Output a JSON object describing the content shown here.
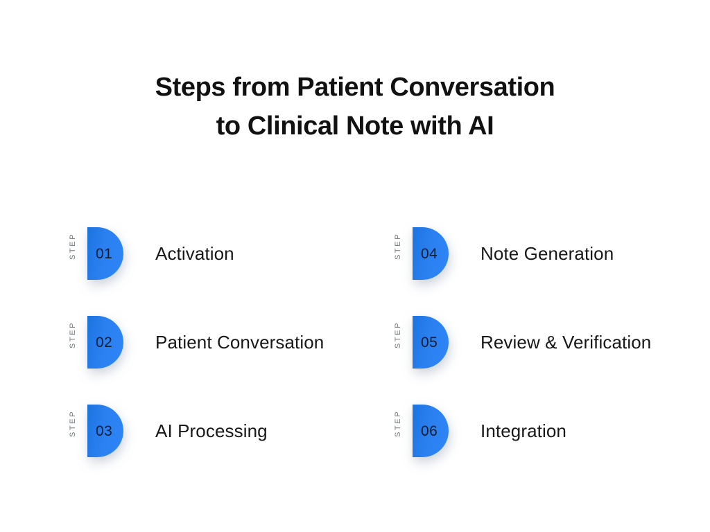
{
  "title": {
    "line1": "Steps from Patient Conversation",
    "line2": "to Clinical Note with AI"
  },
  "step_caption": "STEP",
  "colors": {
    "badge_blue_start": "#1b74e0",
    "badge_blue_end": "#2f85f7",
    "number_text": "#0d1b2f",
    "label_text": "#181818",
    "caption_text": "#70757e",
    "background": "#ffffff"
  },
  "steps": [
    {
      "number": "01",
      "label": "Activation",
      "caption": "STEP"
    },
    {
      "number": "02",
      "label": "Patient Conversation",
      "caption": "STEP"
    },
    {
      "number": "03",
      "label": "AI Processing",
      "caption": "STEP"
    },
    {
      "number": "04",
      "label": "Note Generation",
      "caption": "STEP"
    },
    {
      "number": "05",
      "label": "Review & Verification",
      "caption": "STEP"
    },
    {
      "number": "06",
      "label": "Integration",
      "caption": "STEP"
    }
  ]
}
